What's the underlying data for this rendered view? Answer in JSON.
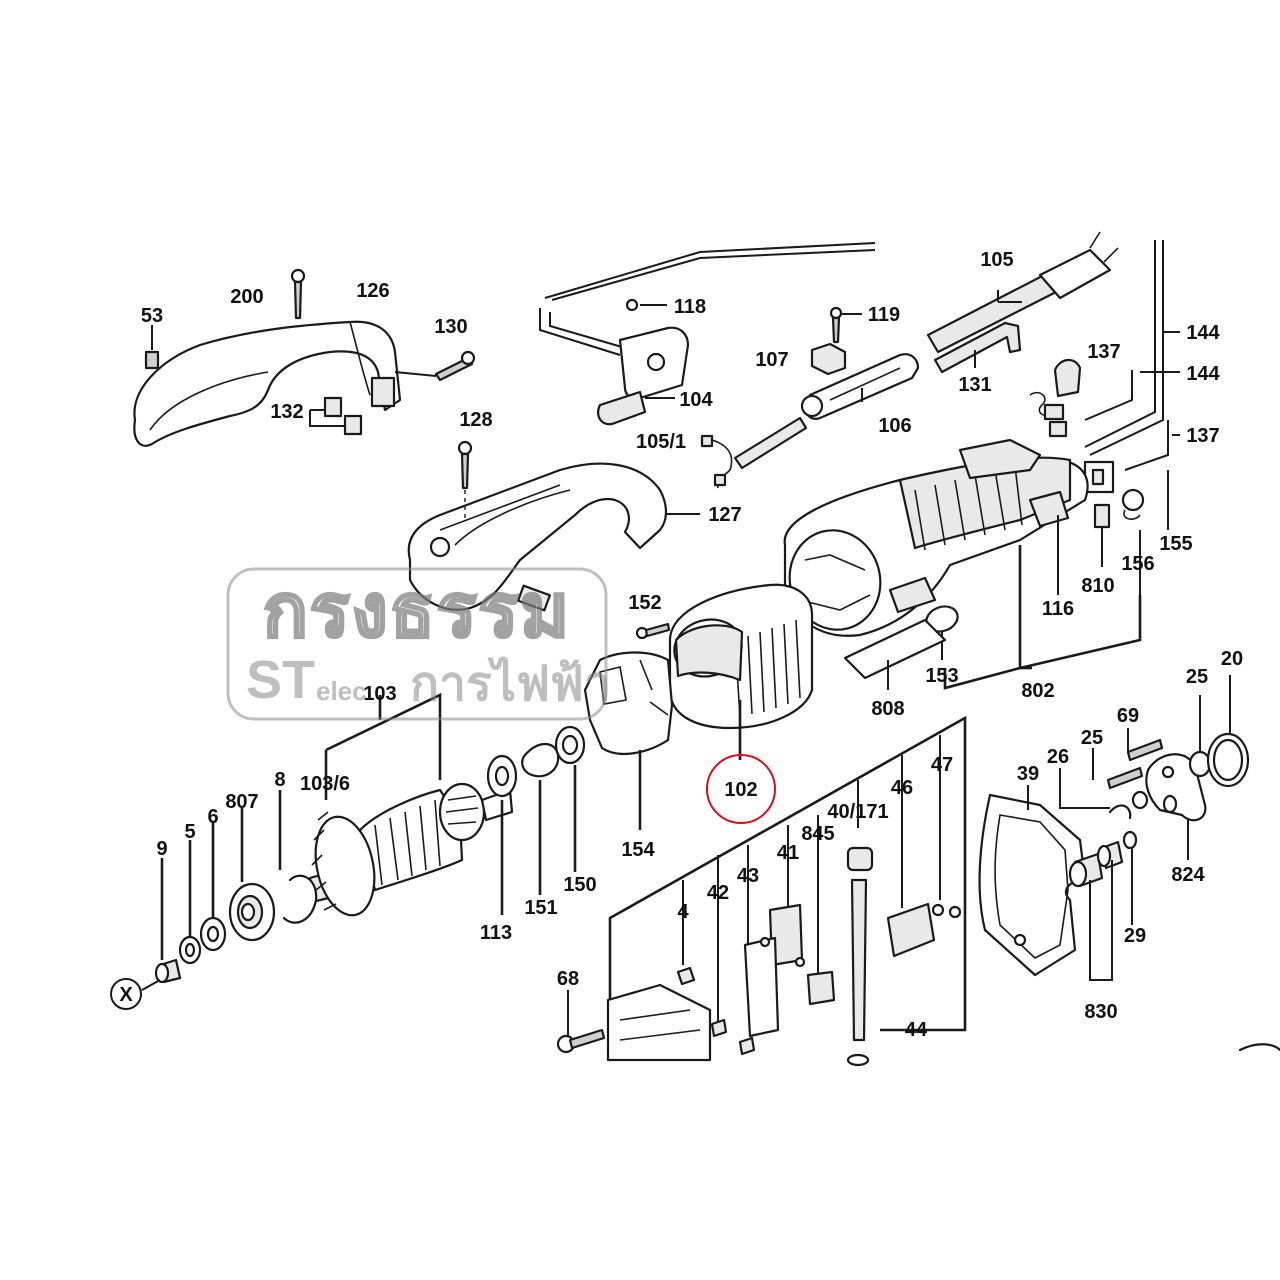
{
  "diagram": {
    "highlight_color": "#d0101a",
    "highlighted_part": "102",
    "reference_mark": "X",
    "labels": [
      {
        "id": "53",
        "text": "53"
      },
      {
        "id": "200",
        "text": "200"
      },
      {
        "id": "126",
        "text": "126"
      },
      {
        "id": "130",
        "text": "130"
      },
      {
        "id": "132",
        "text": "132"
      },
      {
        "id": "128",
        "text": "128"
      },
      {
        "id": "127",
        "text": "127"
      },
      {
        "id": "118",
        "text": "118"
      },
      {
        "id": "104",
        "text": "104"
      },
      {
        "id": "105_1",
        "text": "105/1"
      },
      {
        "id": "119",
        "text": "119"
      },
      {
        "id": "107",
        "text": "107"
      },
      {
        "id": "106",
        "text": "106"
      },
      {
        "id": "105",
        "text": "105"
      },
      {
        "id": "131",
        "text": "131"
      },
      {
        "id": "137a",
        "text": "137"
      },
      {
        "id": "144a",
        "text": "144"
      },
      {
        "id": "144b",
        "text": "144"
      },
      {
        "id": "137b",
        "text": "137"
      },
      {
        "id": "155",
        "text": "155"
      },
      {
        "id": "156",
        "text": "156"
      },
      {
        "id": "810",
        "text": "810"
      },
      {
        "id": "116",
        "text": "116"
      },
      {
        "id": "802",
        "text": "802"
      },
      {
        "id": "153",
        "text": "153"
      },
      {
        "id": "808",
        "text": "808"
      },
      {
        "id": "152",
        "text": "152"
      },
      {
        "id": "154",
        "text": "154"
      },
      {
        "id": "102",
        "text": "102"
      },
      {
        "id": "103",
        "text": "103"
      },
      {
        "id": "103_6",
        "text": "103/6"
      },
      {
        "id": "8",
        "text": "8"
      },
      {
        "id": "807",
        "text": "807"
      },
      {
        "id": "6",
        "text": "6"
      },
      {
        "id": "5",
        "text": "5"
      },
      {
        "id": "9",
        "text": "9"
      },
      {
        "id": "113",
        "text": "113"
      },
      {
        "id": "151",
        "text": "151"
      },
      {
        "id": "150",
        "text": "150"
      },
      {
        "id": "47",
        "text": "47"
      },
      {
        "id": "46",
        "text": "46"
      },
      {
        "id": "40_171",
        "text": "40/171"
      },
      {
        "id": "845",
        "text": "845"
      },
      {
        "id": "41",
        "text": "41"
      },
      {
        "id": "43",
        "text": "43"
      },
      {
        "id": "42",
        "text": "42"
      },
      {
        "id": "4",
        "text": "4"
      },
      {
        "id": "68",
        "text": "68"
      },
      {
        "id": "44",
        "text": "44"
      },
      {
        "id": "39",
        "text": "39"
      },
      {
        "id": "26",
        "text": "26"
      },
      {
        "id": "25a",
        "text": "25"
      },
      {
        "id": "69",
        "text": "69"
      },
      {
        "id": "25b",
        "text": "25"
      },
      {
        "id": "20",
        "text": "20"
      },
      {
        "id": "824",
        "text": "824"
      },
      {
        "id": "29",
        "text": "29"
      },
      {
        "id": "830",
        "text": "830"
      }
    ]
  },
  "watermark": {
    "line1": "กรงธรรม",
    "brand_s": "S",
    "brand_t": "T",
    "brand_elec": "elec",
    "line2_thai": "การไฟฟ้า"
  }
}
